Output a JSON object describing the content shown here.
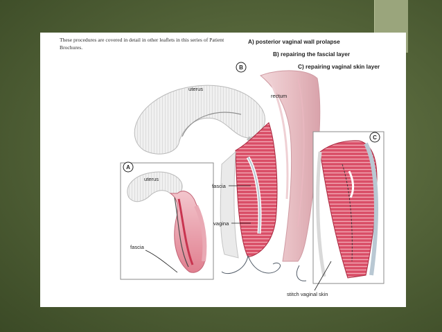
{
  "intro_text": "These procedures are covered in detail in other leaflets in this series of Patient Brochures.",
  "captions": {
    "a": "A) posterior vaginal wall prolapse",
    "b": "B) repairing the fascial layer",
    "c": "C) repairing vaginal skin layer"
  },
  "badges": {
    "a": "A",
    "b": "B",
    "c": "C"
  },
  "labels": {
    "uterus_main": "uterus",
    "rectum": "rectum",
    "fascia_main": "fascia",
    "vagina": "vagina",
    "uterus_inset": "uterus",
    "fascia_inset": "fascia",
    "stitch": "stitch vaginal skin"
  },
  "colors": {
    "slide_bg": "#55653a",
    "tissue_pink": "#e59aa6",
    "tissue_red": "#c9415a",
    "tissue_grey": "#dcdcdc"
  }
}
